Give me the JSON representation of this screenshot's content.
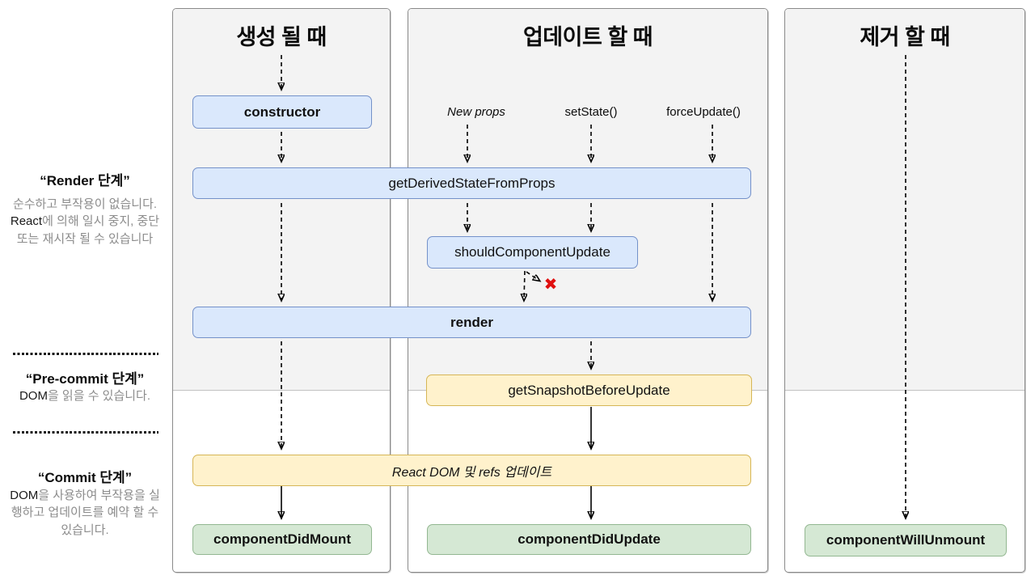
{
  "columns": {
    "mount": {
      "title": "생성 될 때"
    },
    "update": {
      "title": "업데이트 할 때",
      "triggers": {
        "new_props": "New props",
        "set_state": "setState()",
        "force_update": "forceUpdate()"
      }
    },
    "unmount": {
      "title": "제거 할 때"
    }
  },
  "phases": {
    "render": {
      "title": "“Render 단계”",
      "description": [
        {
          "text": "순수하고 부작용이 없습니다. ",
          "strong": false
        },
        {
          "text": "React",
          "strong": true
        },
        {
          "text": "에 의해 일시 중지, 중단 또는 재시작 될 수 있습니다",
          "strong": false
        }
      ]
    },
    "pre_commit": {
      "title": "“Pre-commit 단계”",
      "description": [
        {
          "text": "DOM",
          "strong": true
        },
        {
          "text": "을 읽을 수 있습니다.",
          "strong": false
        }
      ]
    },
    "commit": {
      "title": "“Commit 단계”",
      "description": [
        {
          "text": "DOM",
          "strong": true
        },
        {
          "text": "을 사용하여 부작용을 실행하고 업데이트를 예약 할 수 있습니다.",
          "strong": false
        }
      ]
    }
  },
  "nodes": {
    "constructor": "constructor",
    "get_derived_state_from_props": "getDerivedStateFromProps",
    "should_component_update": "shouldComponentUpdate",
    "render": "render",
    "get_snapshot_before_update": "getSnapshotBeforeUpdate",
    "react_dom_update": "React DOM 및 refs 업데이트",
    "component_did_mount": "componentDidMount",
    "component_did_update": "componentDidUpdate",
    "component_will_unmount": "componentWillUnmount"
  },
  "marks": {
    "cancel": "✖"
  },
  "colors": {
    "node_blue_fill": "#dae8fc",
    "node_blue_border": "#7491c9",
    "node_yellow_fill": "#fff2cc",
    "node_yellow_border": "#d6b656",
    "node_green_fill": "#d5e8d4",
    "node_green_border": "#93b791",
    "cancel_red": "#e01010",
    "panel_gray": "#f3f3f3"
  }
}
